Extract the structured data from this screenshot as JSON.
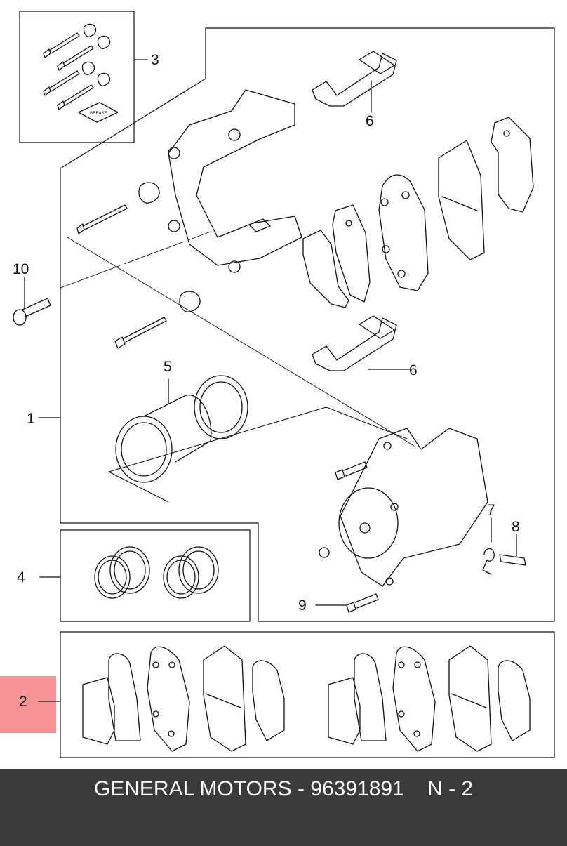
{
  "callouts": {
    "c1": "1",
    "c2": "2",
    "c3": "3",
    "c4": "4",
    "c5": "5",
    "c6a": "6",
    "c6b": "6",
    "c7": "7",
    "c8": "8",
    "c9": "9",
    "c10": "10"
  },
  "grease_label": "GREASE",
  "highlighted_callout": "2",
  "colors": {
    "highlight": "#f5888a",
    "footer_bg": "#3a3a3a",
    "footer_text": "#ffffff",
    "line": "#111111"
  },
  "footer": {
    "text": "GENERAL MOTORS - 96391891    N - 2"
  }
}
